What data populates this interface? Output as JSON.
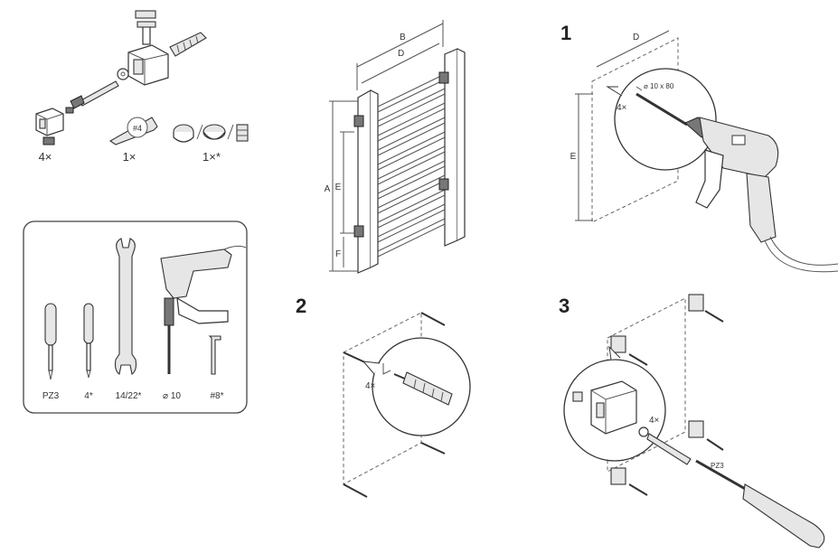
{
  "parts": {
    "qty_brackets": "4×",
    "qty_key": "1×",
    "qty_caps": "1×*",
    "key_size": "#4"
  },
  "tools": {
    "screwdriver_pz3": "PZ3",
    "screwdriver_4": "4*",
    "wrench": "14/22*",
    "drill": "⌀ 10",
    "hex_key": "#8*"
  },
  "dimensions": {
    "b": "B",
    "d": "D",
    "a": "A",
    "e": "E",
    "f": "F"
  },
  "steps": {
    "s1": {
      "number": "1",
      "dim_d": "D",
      "dim_e": "E",
      "qty": "4×",
      "drill_spec": "⌀ 10 x 80"
    },
    "s2": {
      "number": "2",
      "qty": "4×"
    },
    "s3": {
      "number": "3",
      "qty": "4×",
      "tool": "PZ3"
    }
  }
}
